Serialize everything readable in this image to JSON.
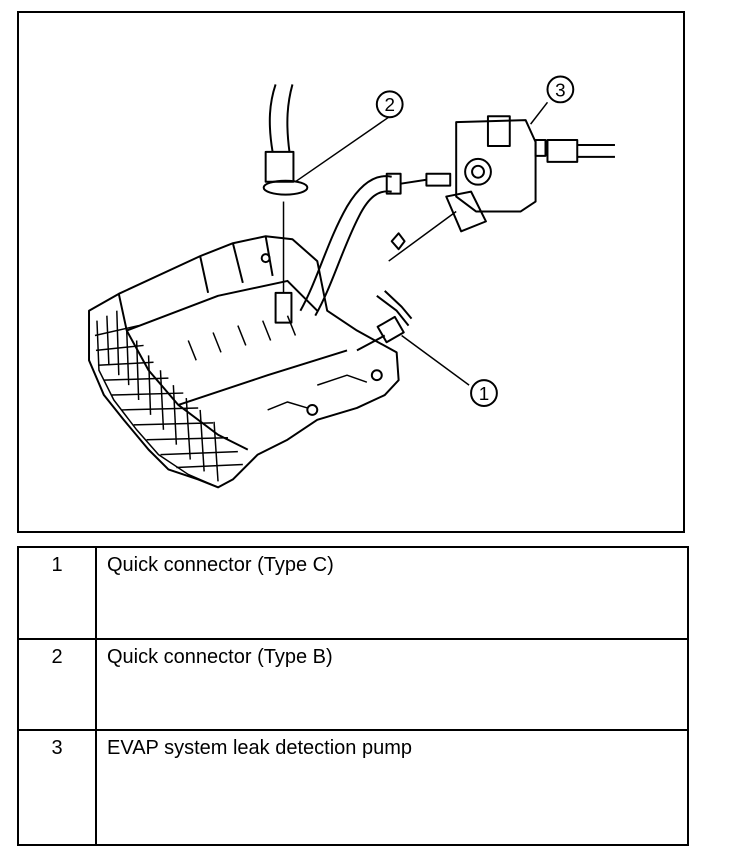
{
  "callouts": [
    {
      "label": "1"
    },
    {
      "label": "2"
    },
    {
      "label": "3"
    }
  ],
  "legend": {
    "rows": [
      {
        "number": "1",
        "description": "Quick connector (Type C)"
      },
      {
        "number": "2",
        "description": "Quick connector (Type B)"
      },
      {
        "number": "3",
        "description": "EVAP system leak detection pump"
      }
    ]
  }
}
